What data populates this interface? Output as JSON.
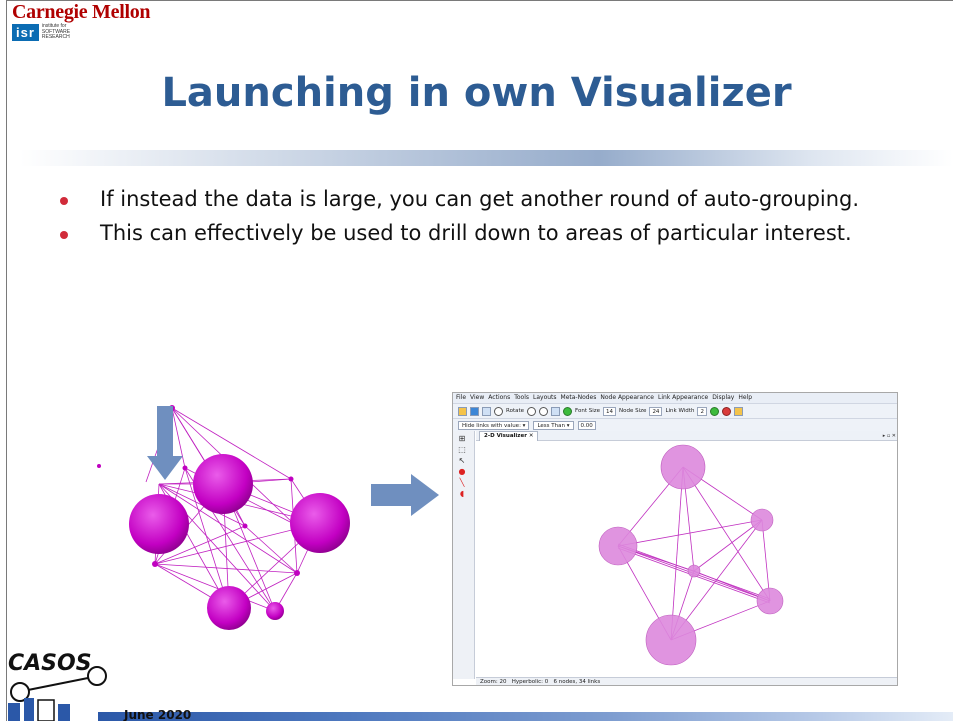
{
  "header": {
    "org_name": "Carnegie Mellon",
    "isr_abbrev": "isr",
    "isr_name": "institute for SOFTWARE RESEARCH"
  },
  "slide": {
    "title": "Launching in own Visualizer",
    "bullets": [
      "If instead the data is large, you can get another round of auto-grouping.",
      "This can effectively be used to drill down to areas of particular interest."
    ]
  },
  "visualizer": {
    "menu": [
      "File",
      "View",
      "Actions",
      "Tools",
      "Layouts",
      "Meta-Nodes",
      "Node Appearance",
      "Link Appearance",
      "Display",
      "Help"
    ],
    "toolbar": {
      "rotate_label": "Rotate",
      "font_size_label": "Font Size",
      "font_size_value": "14",
      "node_size_label": "Node Size",
      "node_size_value": "24",
      "link_width_label": "Link Width",
      "link_width_value": "2"
    },
    "filter": {
      "hide_links_label": "Hide links with value:",
      "comparison": "Less Than",
      "value": "0.00"
    },
    "tab_label": "2-D Visualizer",
    "status": {
      "zoom": "Zoom: 20",
      "hyperbolic": "Hyperbolic: 0",
      "counts": "6 nodes, 34 links"
    }
  },
  "footer": {
    "date": "June 2020",
    "logo_text": "CASOS"
  },
  "colors": {
    "title": "#2d5c93",
    "org_red": "#b00000",
    "bullet": "#d12b3a",
    "node_magenta": "#cc00cc",
    "node_pink": "#dd88dd",
    "arrow": "#6f8fbf"
  }
}
